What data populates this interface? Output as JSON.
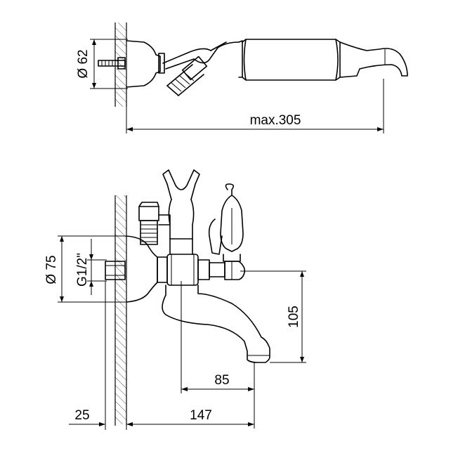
{
  "diagram": {
    "top_view": {
      "diameter_label": "Ø 62",
      "length_label": "max.305"
    },
    "front_view": {
      "diameter_label": "Ø 75",
      "thread_label": "G1/2\"",
      "spout_height_label": "105",
      "spout_projection_label": "85",
      "wall_offset_label": "25",
      "wall_to_center_label": "147"
    }
  }
}
